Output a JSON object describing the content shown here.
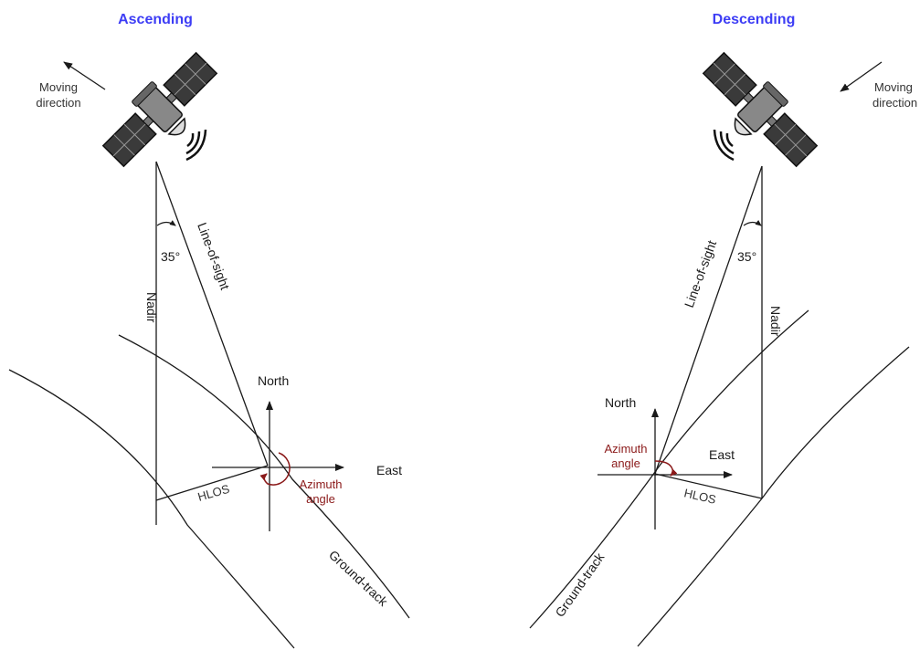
{
  "colors": {
    "title": "#3d3df5",
    "azimuth": "#8b1a1a",
    "line": "#1a1a1a",
    "satellite_body": "#555555",
    "satellite_panel": "#3a3a3a"
  },
  "panels": [
    {
      "title": "Ascending",
      "moving_direction": [
        "Moving",
        "direction"
      ],
      "angle": "35°",
      "line_of_sight": "Line-of-sight",
      "nadir": "Nadir",
      "north": "North",
      "east": "East",
      "hlos": "HLOS",
      "azimuth": [
        "Azimuth",
        "angle"
      ],
      "ground_track": "Ground-track",
      "icons": [
        "satellite-icon",
        "signal-waves-icon",
        "arrow-icon"
      ]
    },
    {
      "title": "Descending",
      "moving_direction": [
        "Moving",
        "direction"
      ],
      "angle": "35°",
      "line_of_sight": "Line-of-sight",
      "nadir": "Nadir",
      "north": "North",
      "east": "East",
      "hlos": "HLOS",
      "azimuth": [
        "Azimuth",
        "angle"
      ],
      "ground_track": "Ground-track",
      "icons": [
        "satellite-icon",
        "signal-waves-icon",
        "arrow-icon"
      ]
    }
  ]
}
